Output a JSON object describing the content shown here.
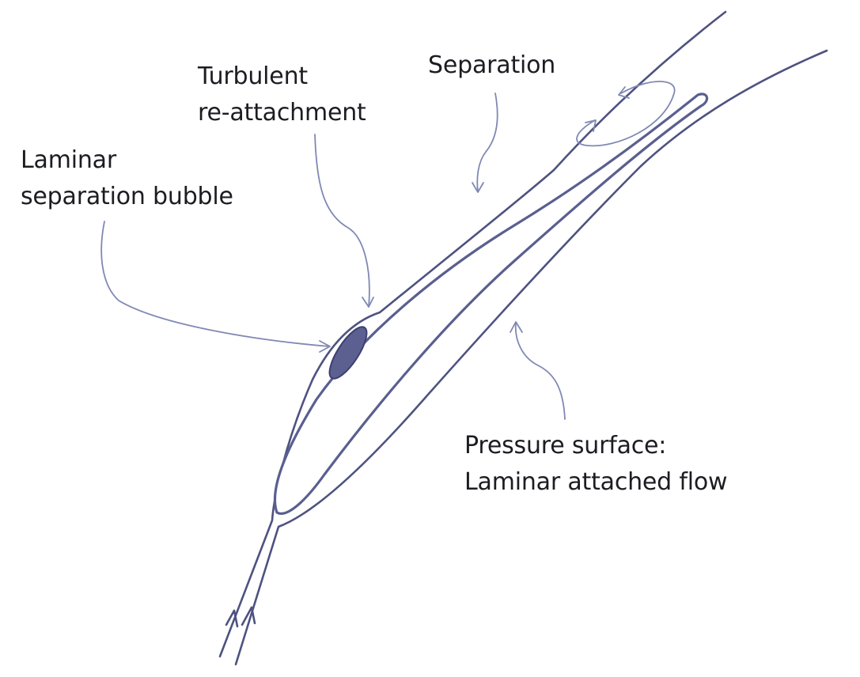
{
  "labels": {
    "turbulent": {
      "line1": "Turbulent",
      "line2": "re-attachment"
    },
    "separation": {
      "line1": "Separation"
    },
    "laminar_bubble": {
      "line1": "Laminar",
      "line2": "separation bubble"
    },
    "pressure_surface": {
      "line1": "Pressure surface:",
      "line2": "Laminar attached flow"
    }
  },
  "colors": {
    "stroke": "#4e5280",
    "annotation": "#8088b4",
    "bubble_fill": "#5c6090",
    "text": "#1c1c22"
  }
}
